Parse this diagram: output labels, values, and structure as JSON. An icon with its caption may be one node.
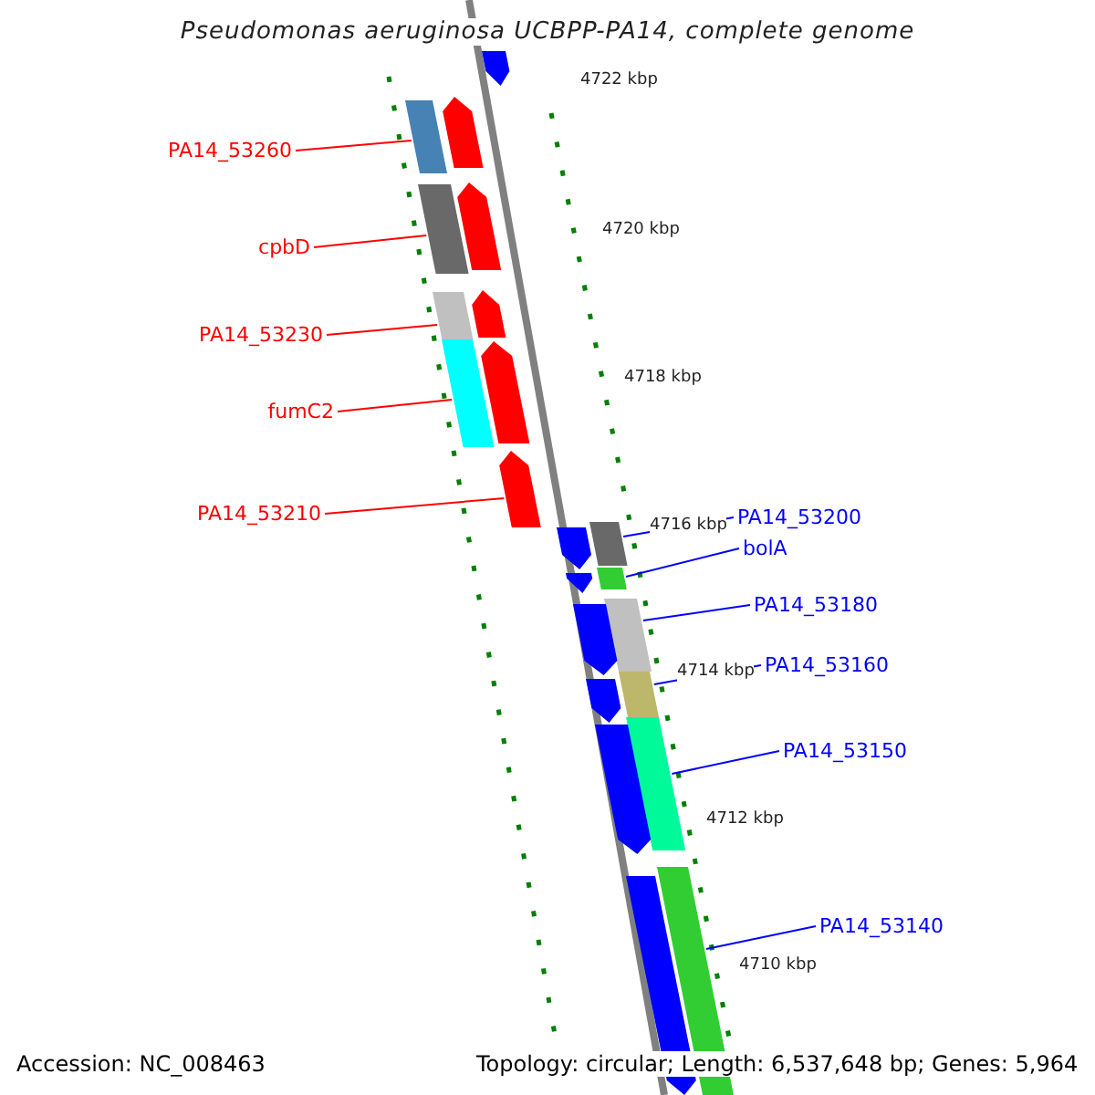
{
  "diagram": {
    "title": "Pseudomonas aeruginosa UCBPP-PA14, complete genome",
    "nodes": [
      {
        "text": [
          "PA14_53260"
        ]
      },
      {
        "text": [],
        "shape": "box"
      },
      {
        "text": [
          "cpbD"
        ]
      },
      {
        "text": [],
        "shape": "box"
      },
      {
        "text": [
          "PA14_53230"
        ]
      },
      {
        "text": [],
        "shape": "box"
      },
      {
        "text": [
          "fumC2"
        ]
      },
      {
        "text": [],
        "shape": "box"
      },
      {
        "text": [
          "PA14_53210"
        ]
      },
      {
        "text": [],
        "shape": "arrow"
      },
      {
        "text": [
          "PA14_53200"
        ]
      },
      {
        "text": [],
        "shape": "box"
      },
      {
        "text": [
          "bolA"
        ]
      },
      {
        "text": [],
        "shape": "box"
      },
      {
        "text": [
          "PA14_53180"
        ]
      },
      {
        "text": [],
        "shape": "box"
      },
      {
        "text": [
          "PA14_53160"
        ]
      },
      {
        "text": [],
        "shape": "box"
      },
      {
        "text": [
          "PA14_53150"
        ]
      },
      {
        "text": [],
        "shape": "box"
      },
      {
        "text": [
          "PA14_53140"
        ]
      },
      {
        "text": [],
        "shape": "box"
      },
      {
        "text": [],
        "shape": "arrow"
      },
      {
        "text": [],
        "shape": "arrow"
      },
      {
        "text": [],
        "shape": "arrow"
      },
      {
        "text": [],
        "shape": "arrow"
      },
      {
        "text": [],
        "shape": "arrow"
      },
      {
        "text": [],
        "shape": "arrow"
      },
      {
        "text": [],
        "shape": "arrow"
      },
      {
        "text": [],
        "shape": "arrow"
      },
      {
        "text": [],
        "shape": "arrow"
      },
      {
        "text": [],
        "shape": "arrow"
      },
      {
        "text": [],
        "shape": "arrow"
      }
    ],
    "edges": [
      {
        "from": 0,
        "to": 1,
        "arrow": "none",
        "color": "#ff0000"
      },
      {
        "from": 2,
        "to": 3,
        "arrow": "none",
        "color": "#ff0000"
      },
      {
        "from": 4,
        "to": 5,
        "arrow": "none",
        "color": "#ff0000"
      },
      {
        "from": 6,
        "to": 7,
        "arrow": "none",
        "color": "#ff0000"
      },
      {
        "from": 8,
        "to": 9,
        "arrow": "none",
        "color": "#ff0000"
      },
      {
        "from": 10,
        "to": 11,
        "arrow": "none",
        "color": "#0000ff"
      },
      {
        "from": 12,
        "to": 13,
        "arrow": "none",
        "color": "#0000ff"
      },
      {
        "from": 14,
        "to": 15,
        "arrow": "none",
        "color": "#0000ff"
      },
      {
        "from": 16,
        "to": 17,
        "arrow": "none",
        "color": "#0000ff"
      },
      {
        "from": 18,
        "to": 19,
        "arrow": "none",
        "color": "#0000ff"
      },
      {
        "from": 20,
        "to": 21,
        "arrow": "none",
        "color": "#0000ff"
      }
    ],
    "labels": [
      "4722 kbp",
      "4720 kbp",
      "4718 kbp",
      "4716 kbp",
      "4714 kbp",
      "4712 kbp",
      "4710 kbp",
      "Accession: NC_008463",
      "Topology: circular; Length: 6,537,648 bp; Genes: 5,964"
    ]
  }
}
